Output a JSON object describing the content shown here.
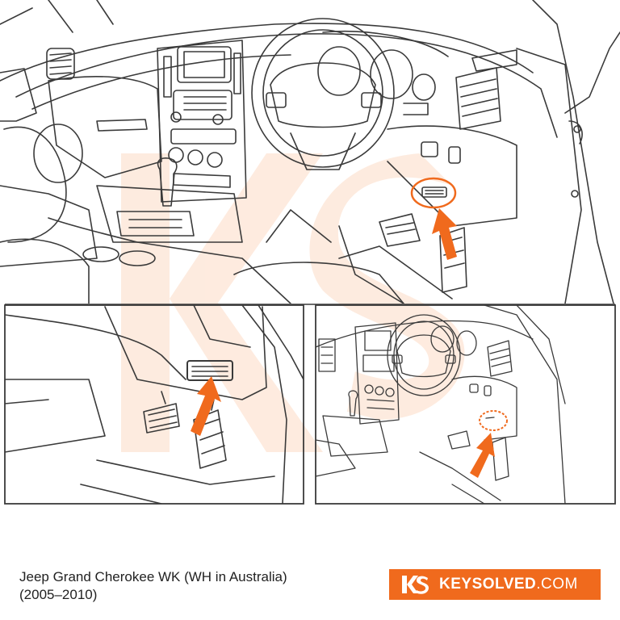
{
  "caption": {
    "line1": "Jeep Grand Cherokee WK (WH in Australia)",
    "line2": "(2005–2010)"
  },
  "brand": {
    "name_bold": "KEYSOLVED",
    "name_light": ".COM",
    "color": "#f06a1d"
  },
  "colors": {
    "line": "#3a3a3a",
    "accent": "#f06a1d",
    "watermark": "#fde3d2"
  },
  "icons": {
    "logo": "ks-logo-icon",
    "arrow": "orange-arrow-icon",
    "highlight": "port-highlight-circle"
  }
}
